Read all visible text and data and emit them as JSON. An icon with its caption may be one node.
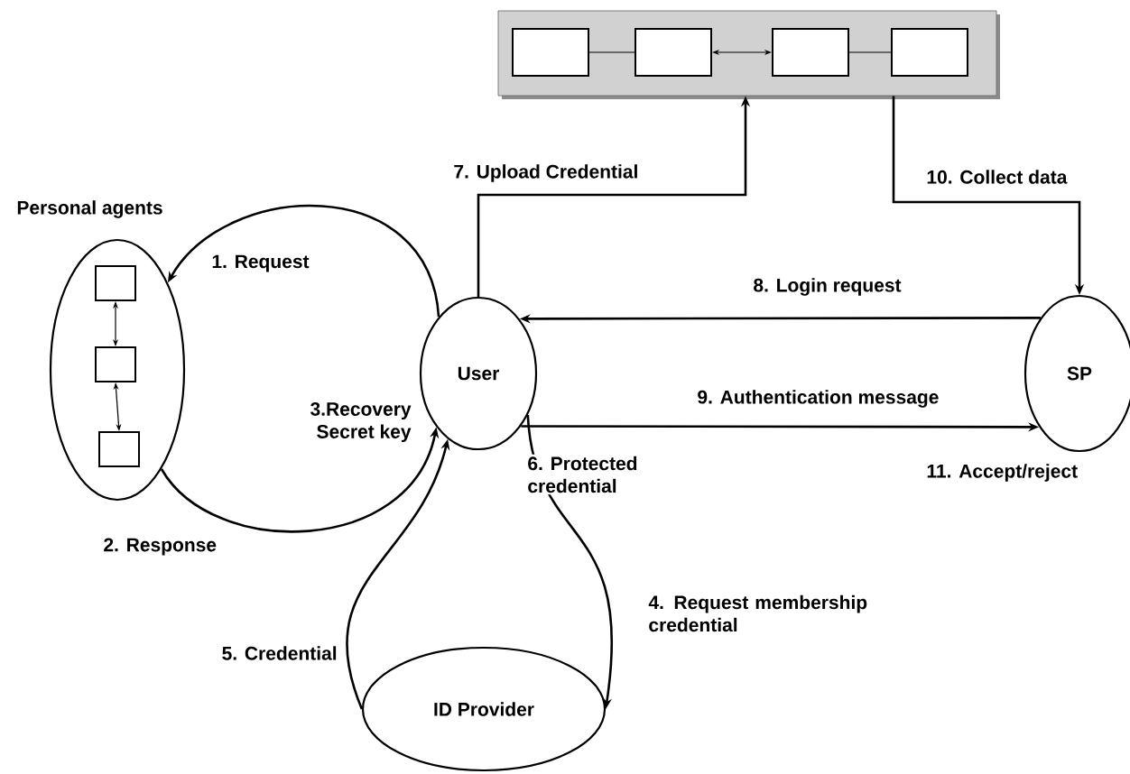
{
  "diagram": {
    "nodes": [
      {
        "text": [],
        "shape": "box"
      },
      {
        "text": [],
        "shape": "box",
        "in": 0
      },
      {
        "text": [],
        "shape": "box",
        "in": 0
      },
      {
        "text": [],
        "shape": "box",
        "in": 0
      },
      {
        "text": [],
        "shape": "box",
        "in": 0
      },
      {
        "text": [
          "Personal agents"
        ]
      },
      {
        "text": [],
        "shape": "box",
        "in": 5
      },
      {
        "text": [],
        "shape": "box",
        "in": 5
      },
      {
        "text": [],
        "shape": "box",
        "in": 5
      },
      {
        "text": [
          "User"
        ],
        "beside": [
          "3.Recovery Secret key"
        ]
      },
      {
        "text": [
          "SP"
        ]
      },
      {
        "text": [
          "ID Provider"
        ]
      }
    ],
    "edges": [
      {
        "from": 1,
        "to": 2,
        "arrow": "none"
      },
      {
        "from": 2,
        "to": 3,
        "arrow": "both"
      },
      {
        "from": 3,
        "to": 4,
        "arrow": "none"
      },
      {
        "from": 6,
        "to": 7,
        "arrow": "both"
      },
      {
        "from": 7,
        "to": 8,
        "arrow": "both"
      },
      {
        "from": 9,
        "to": 5,
        "arrow": "to",
        "label": "1. Request"
      },
      {
        "from": 5,
        "to": 9,
        "arrow": "to",
        "label": "2. Response"
      },
      {
        "from": 9,
        "to": 11,
        "arrow": "to",
        "label": "4. Request membership credential"
      },
      {
        "from": 11,
        "to": 9,
        "arrow": "to",
        "label": "5. Credential"
      },
      {
        "from": 9,
        "to": 0,
        "arrow": "to",
        "label": "7. Upload Credential"
      },
      {
        "from": 10,
        "to": 9,
        "arrow": "to",
        "label": "8. Login request"
      },
      {
        "from": 9,
        "to": 10,
        "arrow": "to",
        "label": "9. Authentication message"
      },
      {
        "from": 0,
        "to": 10,
        "arrow": "to",
        "label": "10. Collect data"
      }
    ],
    "labels": [
      "6. Protected credential",
      "11. Accept/reject"
    ]
  }
}
